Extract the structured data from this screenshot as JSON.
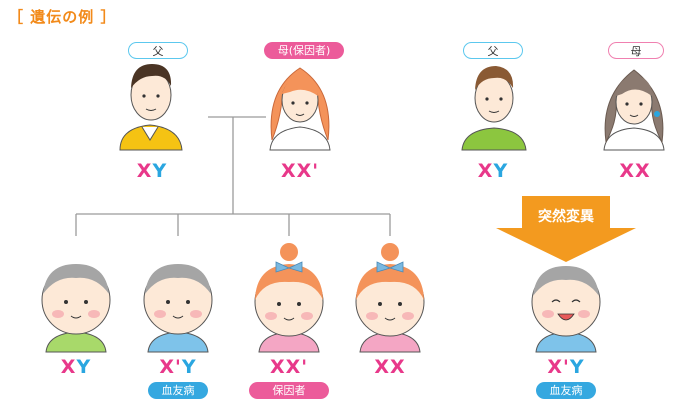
{
  "title": "［ 遺伝の例 ］",
  "parents_left": {
    "father": {
      "label": "父",
      "geno_x": "X",
      "geno_y": "Y"
    },
    "mother": {
      "label": "母(保因者)",
      "geno_x1": "X",
      "geno_x2": "X'"
    }
  },
  "parents_right": {
    "father": {
      "label": "父",
      "geno_x": "X",
      "geno_y": "Y"
    },
    "mother": {
      "label": "母",
      "geno_x1": "X",
      "geno_x2": "X"
    }
  },
  "mutation_label": "突然変異",
  "children": [
    {
      "geno_a": "X",
      "geno_b": "Y",
      "badge": ""
    },
    {
      "geno_a": "X'",
      "geno_b": "Y",
      "badge": "血友病"
    },
    {
      "geno_a": "X",
      "geno_b": "X'",
      "badge": "保因者"
    },
    {
      "geno_a": "X",
      "geno_b": "X",
      "badge": ""
    }
  ],
  "mutant_child": {
    "geno_a": "X'",
    "geno_b": "Y",
    "badge": "血友病"
  },
  "colors": {
    "x": "#e8388a",
    "y": "#2aa6e0",
    "accent": "#f28a1a",
    "arrow": "#f39a1f"
  }
}
